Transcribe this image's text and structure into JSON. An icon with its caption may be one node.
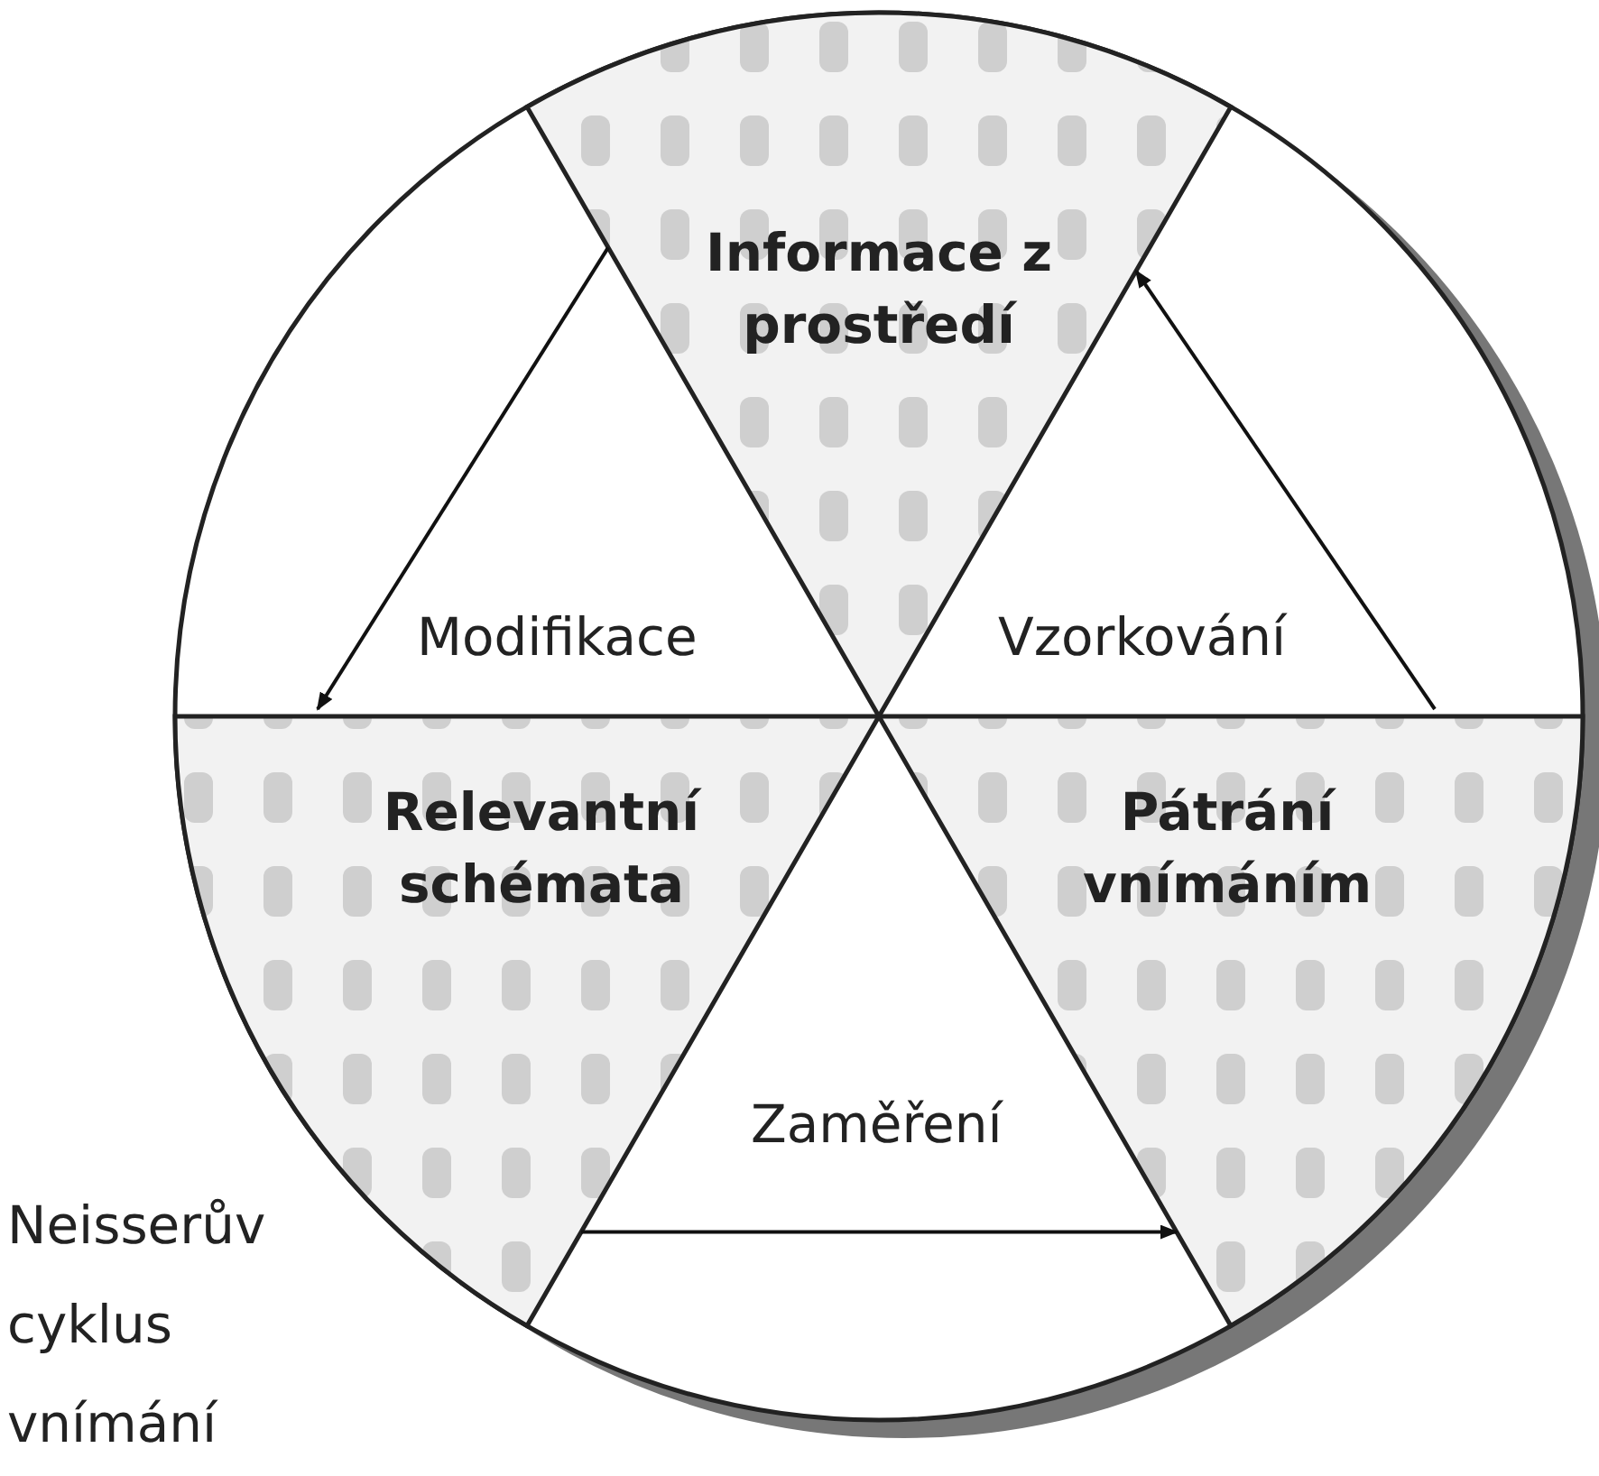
{
  "diagram": {
    "caption": "Neisserův cyklus vnímání",
    "nodes": [
      {
        "text": [
          "Informace z prostředí"
        ]
      },
      {
        "text": [
          "Relevantní schémata"
        ]
      },
      {
        "text": [
          "Pátrání vnímáním"
        ]
      }
    ],
    "edges": [
      {
        "from": 0,
        "to": 1,
        "arrow": "to",
        "label": "Modifikace"
      },
      {
        "from": 1,
        "to": 2,
        "arrow": "to",
        "label": "Zaměření"
      },
      {
        "from": 2,
        "to": 0,
        "arrow": "to",
        "label": "Vzorkování"
      }
    ]
  }
}
